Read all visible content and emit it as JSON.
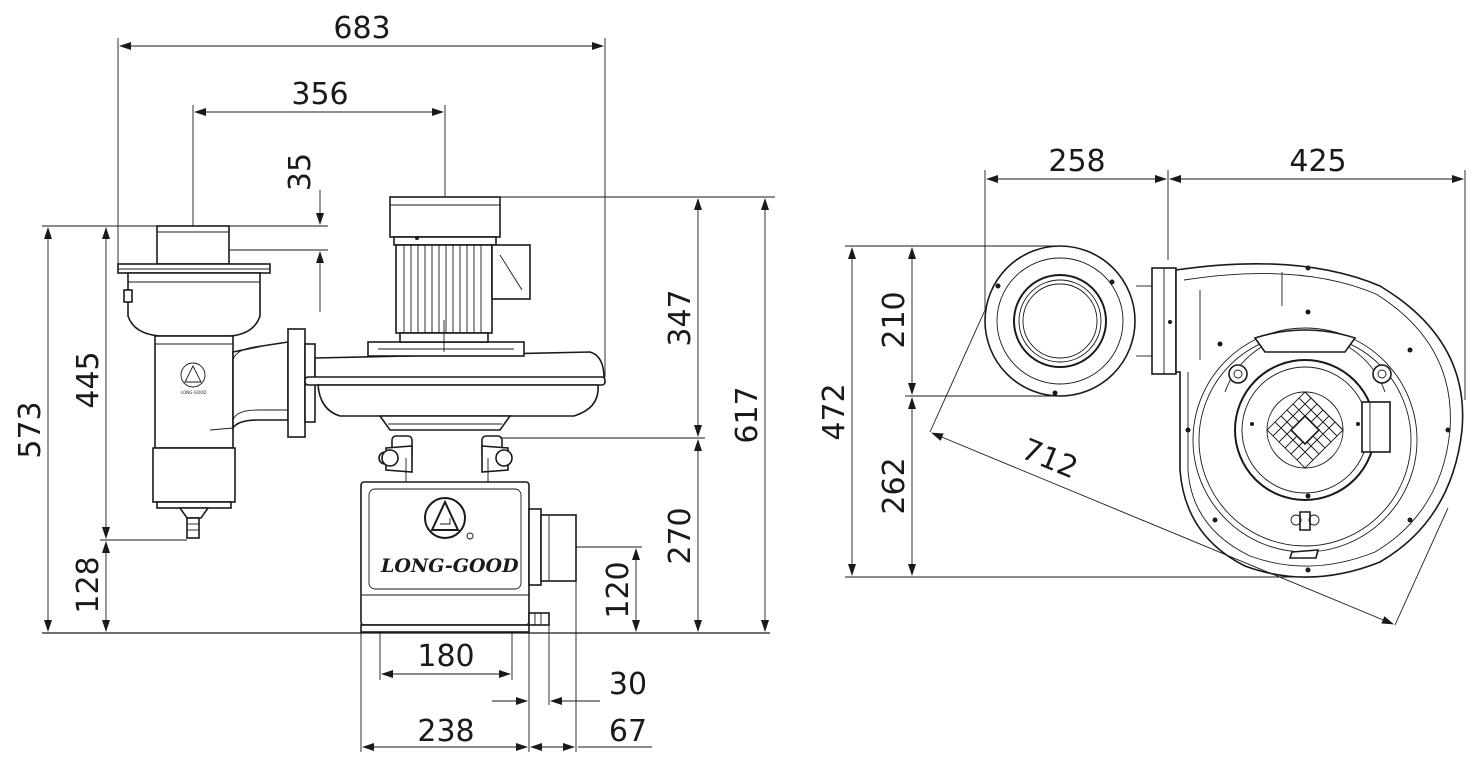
{
  "dimensions": {
    "overall_width": "683",
    "motor_offset": "356",
    "inlet_height": "35",
    "height_573": "573",
    "height_445": "445",
    "height_128": "128",
    "motor_height": "347",
    "overall_height": "617",
    "base_height": "270",
    "outlet_height": "120",
    "base_width_180": "180",
    "outlet_depth_30": "30",
    "base_width_238": "238",
    "outlet_depth_67": "67",
    "inlet_width_258": "258",
    "housing_width_425": "425",
    "side_height_472": "472",
    "inlet_dia_210": "210",
    "lower_height_262": "262",
    "diagonal_712": "712"
  },
  "logo": {
    "brand_text": "LONG-GOOD"
  },
  "colors": {
    "line": "#1a1a1a",
    "background": "#ffffff"
  }
}
